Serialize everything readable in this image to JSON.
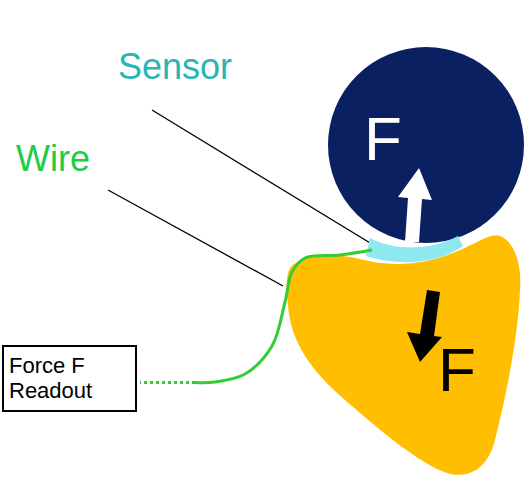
{
  "diagram": {
    "nodes": [
      {
        "text": [
          "F"
        ]
      },
      {
        "text": [
          "F"
        ]
      },
      {
        "text": [
          "Force F Readout"
        ]
      }
    ],
    "labels": [
      "Sensor",
      "Wire"
    ]
  }
}
